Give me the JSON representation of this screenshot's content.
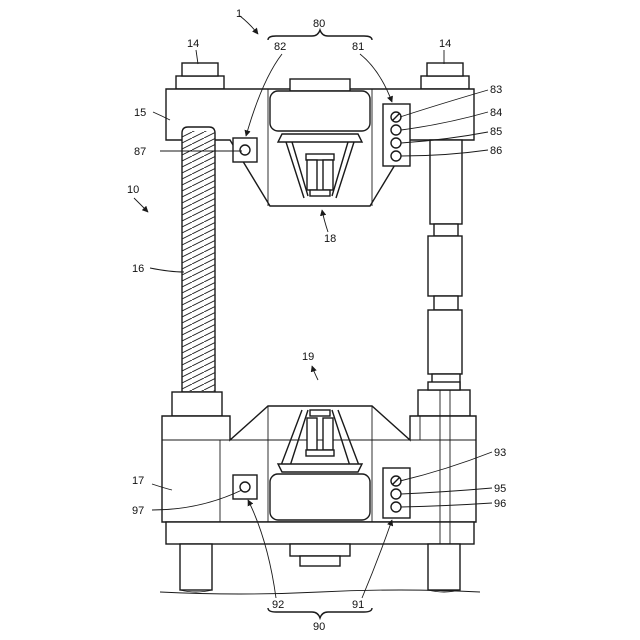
{
  "labels": {
    "l1": "1",
    "l10": "10",
    "l14a": "14",
    "l14b": "14",
    "l15": "15",
    "l16": "16",
    "l17": "17",
    "l18": "18",
    "l19": "19",
    "l80": "80",
    "l81": "81",
    "l82": "82",
    "l83": "83",
    "l84": "84",
    "l85": "85",
    "l86": "86",
    "l87": "87",
    "l90": "90",
    "l91": "91",
    "l92": "92",
    "l93": "93",
    "l95": "95",
    "l96": "96",
    "l97": "97"
  }
}
